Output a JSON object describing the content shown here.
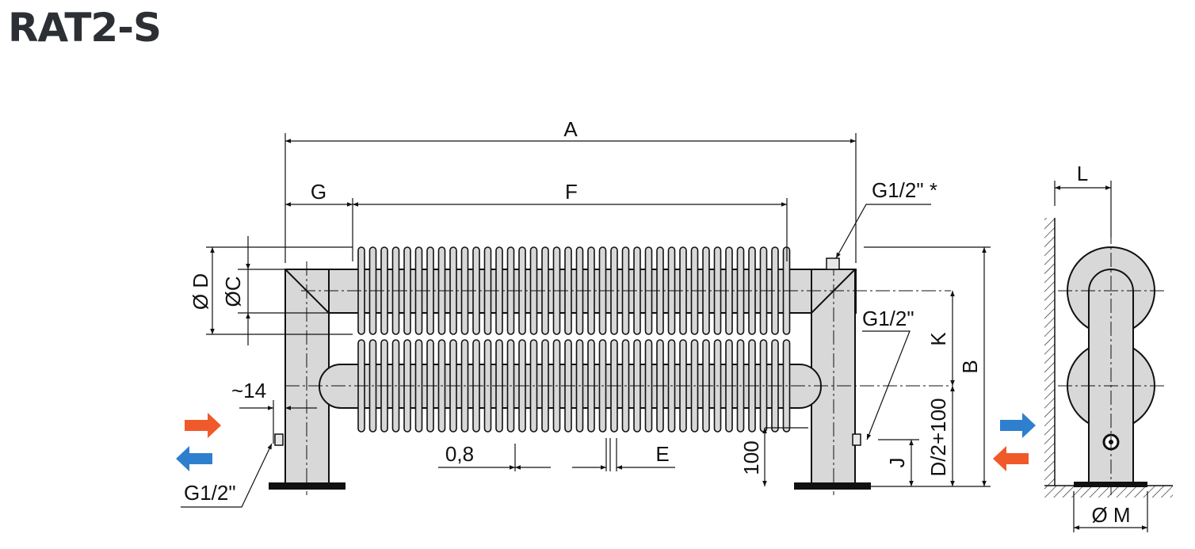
{
  "title": "RAT2-S",
  "dimensions": {
    "A": "A",
    "F": "F",
    "G": "G",
    "B": "B",
    "K": "K",
    "D": "Ø D",
    "C": "ØC",
    "L": "L",
    "M": "Ø M",
    "E": "E",
    "J": "J",
    "fin_thickness": "0,8",
    "clearance": "~14",
    "height_100": "100",
    "d_half": "D/2+100"
  },
  "connections": {
    "vent": "G1/2\" *",
    "right": "G1/2\"",
    "left": "G1/2\""
  },
  "colors": {
    "supply": "#f05a2a",
    "return": "#2f7fcf",
    "fill": "#d8d8d8",
    "line": "#111111"
  }
}
